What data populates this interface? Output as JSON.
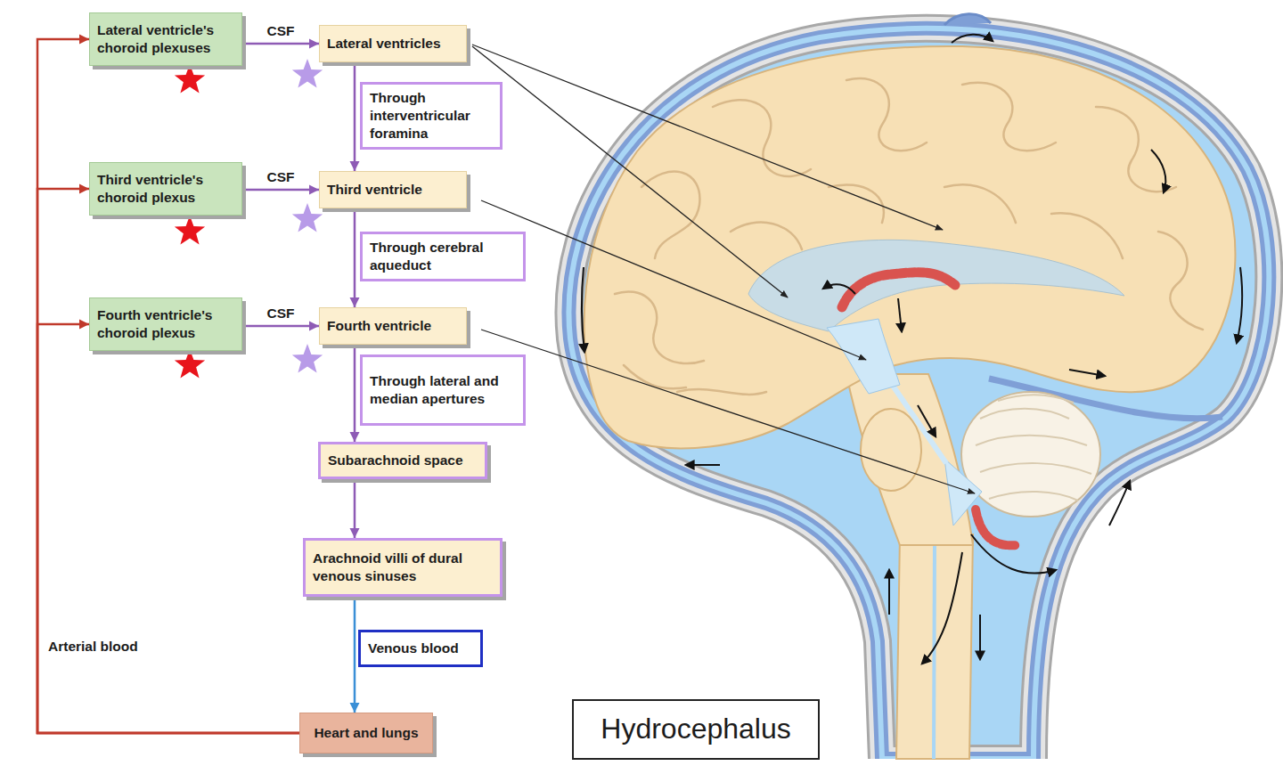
{
  "diagram": {
    "nodes": [
      {
        "text": [
          "Lateral ventricle's choroid plexuses"
        ]
      },
      {
        "text": [
          "Lateral ventricles"
        ]
      },
      {
        "text": [
          "Through interventricular foramina"
        ]
      },
      {
        "text": [
          "Third ventricle's choroid plexus"
        ]
      },
      {
        "text": [
          "Third ventricle"
        ]
      },
      {
        "text": [
          "Through cerebral aqueduct"
        ]
      },
      {
        "text": [
          "Fourth ventricle's choroid plexus"
        ]
      },
      {
        "text": [
          "Fourth ventricle"
        ]
      },
      {
        "text": [
          "Through lateral and median apertures"
        ]
      },
      {
        "text": [
          "Subarachnoid space"
        ]
      },
      {
        "text": [
          "Arachnoid villi of dural venous sinuses"
        ]
      },
      {
        "text": [
          "Venous blood"
        ]
      },
      {
        "text": [
          "Heart and lungs"
        ]
      },
      {
        "text": [
          "Hydrocephalus"
        ]
      }
    ],
    "edges": [
      {
        "from": 0,
        "to": 1,
        "arrow": "to",
        "label": "CSF"
      },
      {
        "from": 3,
        "to": 4,
        "arrow": "to",
        "label": "CSF"
      },
      {
        "from": 6,
        "to": 7,
        "arrow": "to",
        "label": "CSF"
      },
      {
        "from": 1,
        "to": 4,
        "arrow": "to"
      },
      {
        "from": 4,
        "to": 7,
        "arrow": "to"
      },
      {
        "from": 7,
        "to": 9,
        "arrow": "to"
      },
      {
        "from": 9,
        "to": 10,
        "arrow": "to"
      },
      {
        "from": 10,
        "to": 12,
        "arrow": "to"
      },
      {
        "from": 12,
        "to": 0,
        "arrow": "to",
        "label": "Arterial blood"
      },
      {
        "from": 12,
        "to": 3,
        "arrow": "to"
      },
      {
        "from": 12,
        "to": 6,
        "arrow": "to"
      }
    ]
  }
}
